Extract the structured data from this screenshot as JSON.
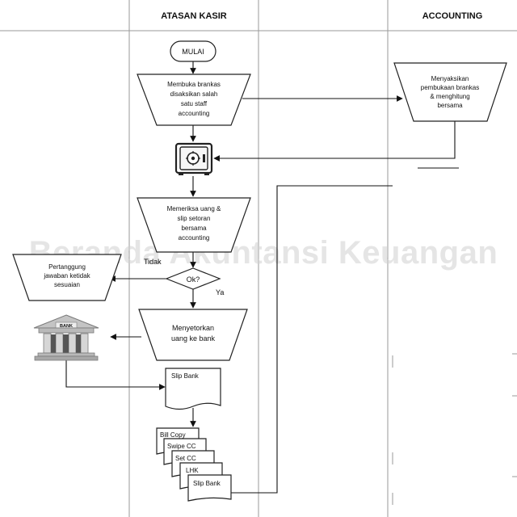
{
  "lanes": {
    "lane1_header": "",
    "lane2_header": "ATASAN KASIR",
    "lane3_header": "",
    "lane4_header": "ACCOUNTING"
  },
  "watermark": "Beranda Akuntansi Keuangan",
  "nodes": {
    "start": "MULAI",
    "open_safe": [
      "Membuka brankas",
      "disaksikan salah",
      "satu staff",
      "accounting"
    ],
    "witness": [
      "Menyaksikan",
      "pembukaan brankas",
      "& menghitung",
      "bersama"
    ],
    "check_money": [
      "Memeriksa uang &",
      "slip setoran",
      "bersama",
      "accounting"
    ],
    "decision": "Ok?",
    "decision_no": "Tidak",
    "decision_yes": "Ya",
    "accountability": [
      "Pertanggung",
      "jawaban ketidak",
      "sesuaian"
    ],
    "deposit": [
      "Menyetorkan",
      "uang ke bank"
    ],
    "bank_sign": "BANK",
    "slip_bank": "Slip Bank",
    "docs": [
      "Bill   Copy",
      "Swipe CC",
      "Set CC",
      "LHK",
      "Slip Bank"
    ]
  },
  "colors": {
    "lane_line": "#9a9a9a",
    "shape_stroke": "#222222",
    "watermark": "#cfcfcf",
    "bank_stone": "#b9b9b9"
  },
  "icons": {
    "safe": "safe-icon",
    "bank": "bank-building-icon"
  }
}
